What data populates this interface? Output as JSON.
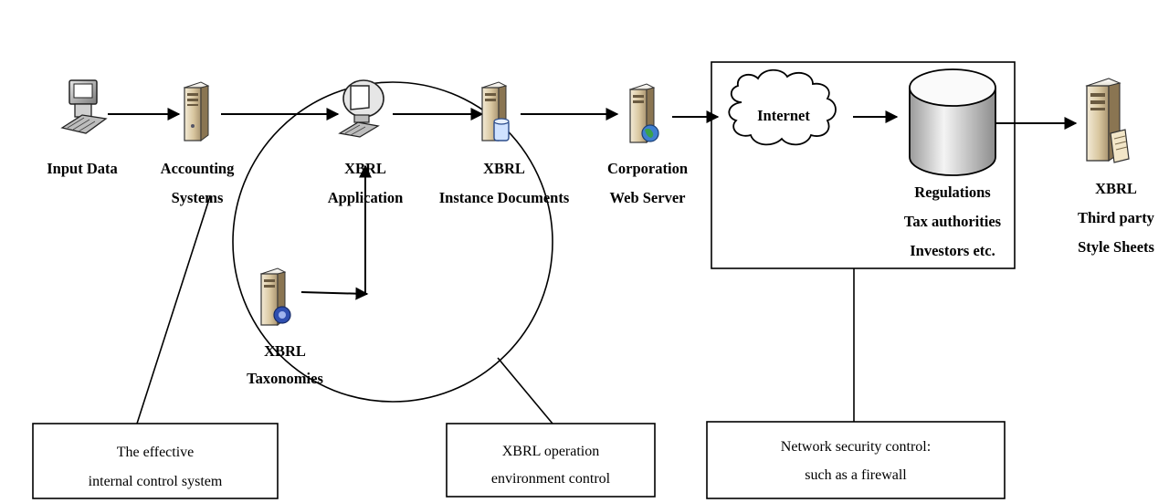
{
  "nodes": {
    "input_data": "Input Data",
    "accounting": [
      "Accounting",
      "Systems"
    ],
    "xbrl_app": [
      "XBRL",
      "Application"
    ],
    "xbrl_instance": [
      "XBRL",
      "Instance Documents"
    ],
    "corp_server": [
      "Corporation",
      "Web Server"
    ],
    "internet": "Internet",
    "regulators": [
      "Regulations",
      "Tax authorities",
      "Investors etc."
    ],
    "third_party": [
      "XBRL",
      "Third party",
      "Style Sheets"
    ],
    "taxonomies": [
      "XBRL",
      "Taxonomies"
    ]
  },
  "callouts": {
    "internal_control": [
      "The effective",
      "internal control system"
    ],
    "operation_control": [
      "XBRL operation",
      "environment control"
    ],
    "network_control": [
      "Network security control:",
      "such as a firewall"
    ]
  },
  "icons": {
    "input_data": "desktop-computer-icon",
    "accounting": "server-icon",
    "xbrl_app": "monitor-computer-icon",
    "xbrl_instance": "database-server-icon",
    "corp_server": "web-server-icon",
    "internet": "cloud-icon",
    "regulators": "database-cylinder-icon",
    "third_party": "document-server-icon",
    "taxonomies": "taxonomy-server-icon"
  }
}
